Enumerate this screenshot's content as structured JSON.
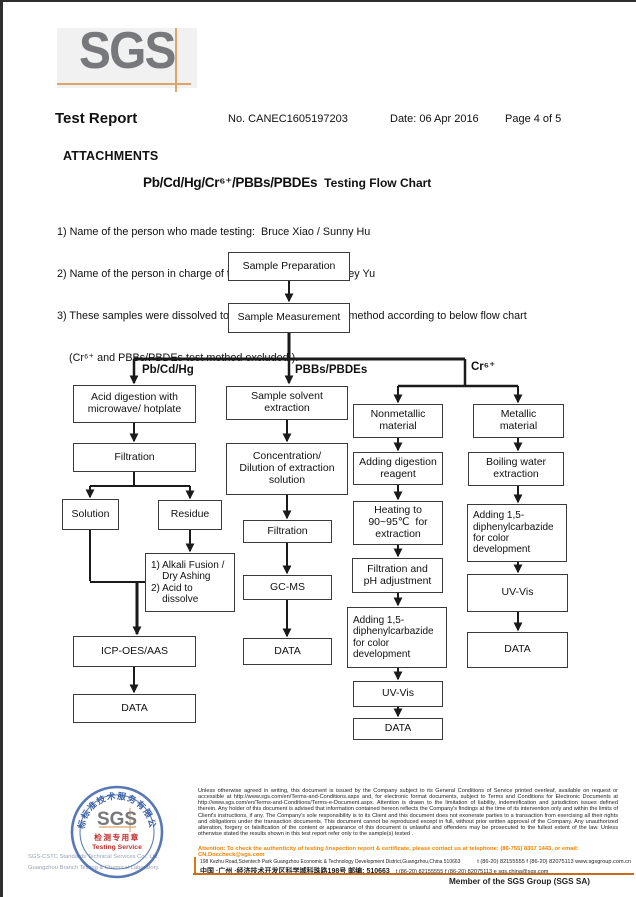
{
  "header": {
    "logo_text": "SGS",
    "report_title": "Test Report",
    "report_no": "No. CANEC1605197203",
    "date": "Date: 06 Apr 2016",
    "page": "Page 4 of 5"
  },
  "attachments_label": "ATTACHMENTS",
  "chart_title": {
    "main": "Pb/Cd/Hg/Cr⁶⁺/PBBs/PBDEs",
    "suffix": "Testing Flow Chart"
  },
  "notes": [
    "1) Name of the person who made testing:  Bruce Xiao / Sunny Hu",
    "2) Name of the person in charge of testing:  Bella Wang / Cutey Yu",
    "3) These samples were dissolved totally by  pre-conditioning method according to below flow chart",
    "(Cr⁶⁺ and PBBs/PBDEs test method excluded )."
  ],
  "flowchart": {
    "branch_labels": [
      "Pb/Cd/Hg",
      "PBBs/PBDEs",
      "Cr⁶⁺"
    ],
    "boxes": [
      {
        "label": "Sample Preparation"
      },
      {
        "label": "Sample Measurement"
      },
      {
        "label": "Acid digestion with microwave/ hotplate"
      },
      {
        "label": "Filtration"
      },
      {
        "label": "Solution"
      },
      {
        "label": "Residue"
      },
      {
        "label": "1) Alkali Fusion /\n    Dry Ashing\n2) Acid to\n    dissolve"
      },
      {
        "label": "ICP-OES/AAS"
      },
      {
        "label": "DATA"
      },
      {
        "label": "Sample solvent extraction"
      },
      {
        "label": "Concentration/\nDilution of extraction\nsolution"
      },
      {
        "label": "Filtration"
      },
      {
        "label": "GC-MS"
      },
      {
        "label": "DATA"
      },
      {
        "label": "Nonmetallic material"
      },
      {
        "label": "Adding digestion reagent"
      },
      {
        "label": "Heating to\n90~95℃  for\nextraction"
      },
      {
        "label": "Filtration and\npH adjustment"
      },
      {
        "label": "Adding 1,5-\ndiphenylcarbazide\nfor color\ndevelopment"
      },
      {
        "label": "UV-Vis"
      },
      {
        "label": "DATA"
      },
      {
        "label": "Metallic\nmaterial"
      },
      {
        "label": "Boiling water\nextraction"
      },
      {
        "label": "Adding 1,5-\ndiphenylcarbazide\nfor color\ndevelopment"
      },
      {
        "label": "UV-Vis"
      },
      {
        "label": "DATA"
      }
    ]
  },
  "footer": {
    "stamp": {
      "ring_text": "通标标准技术服务有限公司",
      "center_text": "SGS",
      "red_line1": "检测专用章",
      "red_line2": "Testing Service"
    },
    "company_line1": "SGS-CSTC Standards Technical Services Co., Ltd.",
    "company_line2": "Guangzhou Branch Testing & Chemical Laboratory.",
    "legal": "Unless otherwise agreed in writing, this document is issued by the Company subject to its General Conditions of Service printed overleaf, available on request or accessible at http://www.sgs.com/en/Terms-and-Conditions.aspx and, for electronic format documents, subject to Terms and Conditions for Electronic Documents at http://www.sgs.com/en/Terms-and-Conditions/Terms-e-Document.aspx. Attention is drawn to the limitation of liability, indemnification and jurisdiction issues defined therein. Any holder of this document is advised that information contained hereon reflects the Company's findings at the time of its intervention only and within the limits of Client's instructions, if any. The Company's sole responsibility is to its Client and this document does not exonerate parties to a transaction from exercising all their rights and obligations under the transaction documents. This document cannot be reproduced except in full, without prior written approval of the Company. Any unauthorized alteration, forgery or falsification of the content or appearance of this document is unlawful and offenders may be prosecuted to the fullest extent of the law. Unless otherwise stated the results shown in this test report refer only to the sample(s) tested .",
    "attention": "Attention: To check the authenticity of testing /inspection report & certificate, please contact us at telephone: (86-755) 8307 1443, or email: CN.Doccheck@sgs.com",
    "address_rows": [
      {
        "address": "198 Kezhu Road,Scientech Park Guangzhou Economic & Technology Development District,Guangzhou,China 510663",
        "contact": "t (86-20) 82155555    f (86-20) 82075113    www.sgsgroup.com.cn"
      },
      {
        "address": "中国 ·广州 ·经济技术开发区科学城科珠路198号        邮编: 510663",
        "contact": "t (86-20) 82155555    f (86-20) 82075113    e sgs.china@sgs.com"
      }
    ],
    "member": "Member of the SGS Group (SGS SA)"
  }
}
